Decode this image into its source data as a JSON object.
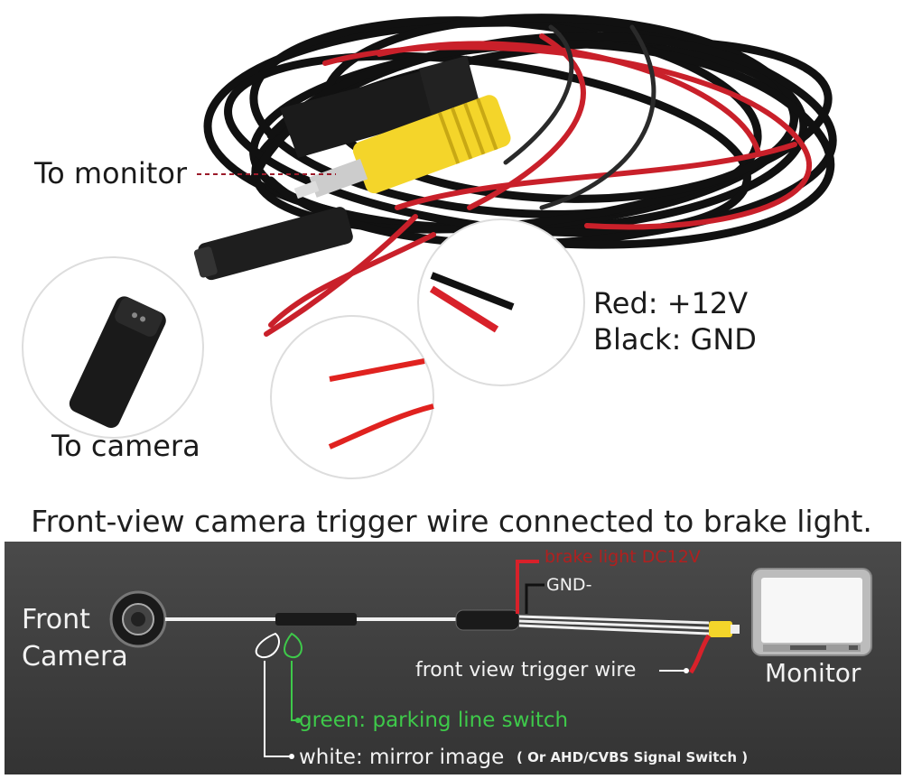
{
  "photo": {
    "label_to_monitor": "To monitor",
    "label_to_camera": "To camera",
    "label_red": "Red: +12V",
    "label_black": "Black: GND"
  },
  "caption": "Front-view camera trigger wire connected to brake light.",
  "diagram": {
    "front_camera_line1": "Front",
    "front_camera_line2": "Camera",
    "brake_light": "brake light DC12V",
    "gnd": "GND-",
    "front_view_trigger": "front view trigger wire",
    "monitor": "Monitor",
    "green_switch": "green: parking line switch",
    "white_mirror": "white: mirror image",
    "ahd_note": "( Or AHD/CVBS Signal Switch )"
  },
  "colors": {
    "wire_red": "#d8212a",
    "rca_yellow": "#f4d52a",
    "green_label": "#3ec94a",
    "dark_red_label": "#b0201f",
    "panel_bg": "#3c3c3c"
  }
}
